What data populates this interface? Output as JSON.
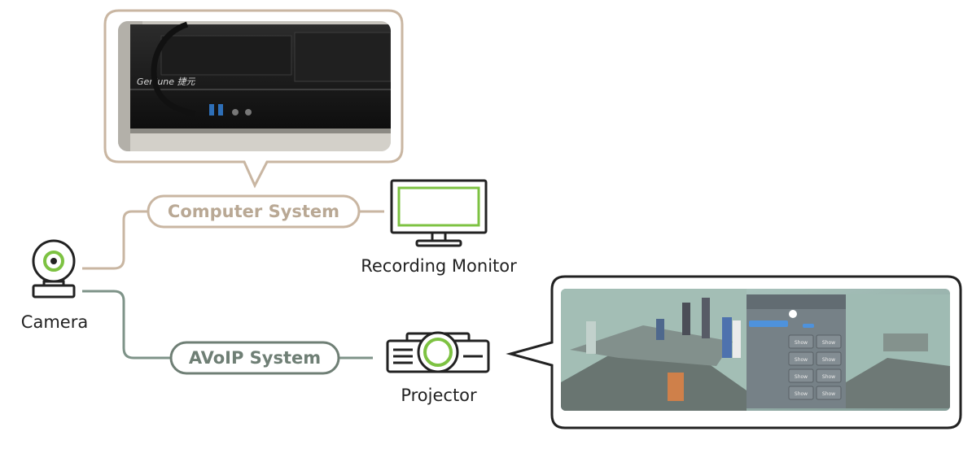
{
  "labels": {
    "computer_system": "Computer System",
    "avoip_system": "AVoIP System",
    "recording_monitor": "Recording Monitor",
    "camera": "Camera",
    "projector": "Projector"
  },
  "photo_brand_text": "Geniune 捷元",
  "ui_buttons": [
    "Show",
    "Show",
    "Show",
    "Show",
    "Show",
    "Show",
    "Show",
    "Show"
  ],
  "colors": {
    "tan": "#c9b6a2",
    "tan_text": "#b9a894",
    "teal_gray": "#7e9388",
    "dark_gray": "#6f7f75",
    "green": "#7dc242",
    "ink": "#222222"
  }
}
